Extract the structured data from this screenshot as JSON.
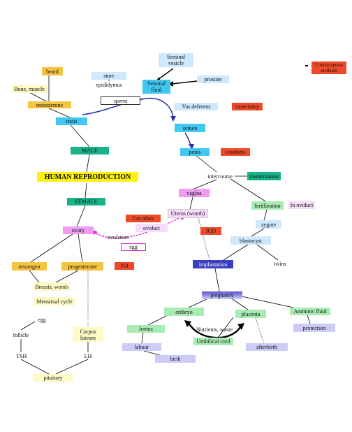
{
  "colors": {
    "orange": "#f5c542",
    "lightblue": "#cfe8fb",
    "cyan": "#41c8f2",
    "teal": "#19b38a",
    "pink": "#ee9cf0",
    "red": "#ee4a2a",
    "lavender": "#ccccf7",
    "lightgreen": "#a8ecb4",
    "yellow": "#fff20c",
    "paleyellow": "#fdfac5",
    "navy": "#3a3fc2",
    "sky": "#58c4ef",
    "lightlilac": "#f6dcfb",
    "arrow_blue": "#2b2fb5",
    "arrow_magenta": "#d62bd8"
  },
  "legend": {
    "label": "Contraception methods"
  },
  "nodes": {
    "seminal_vesicle": "Seminal vesicle",
    "beard": "beard",
    "store": "store",
    "epididymus": "epididymus",
    "seminal_fluid": "Seminal fluid",
    "prostate": "prostate",
    "bone_muscle": "Bone, muscle",
    "sperm": "sperm",
    "testosterone": "testosterone",
    "vas_deferens": "Vas deferens",
    "vasectomy": "vasectomy",
    "testis": "testis",
    "semen": "semen",
    "male": "MALE",
    "penis": "penis",
    "condoms": "condoms",
    "human_reproduction": "HUMAN REPRODUCTION",
    "intercourse": "intercourse",
    "menstruation": "menstruation",
    "vagina": "vagina",
    "female": "FEMALE",
    "fertilization": "fertilization",
    "in_oviduct": "In oviduct",
    "uterus": "Uterus (womb)",
    "cut_tubes": "Cut tubes",
    "zygote": "zygote",
    "oviduct": "oviduct",
    "ovary": "ovary",
    "iud": "IUD",
    "ovulation": "ovulation",
    "blastocyst": "blastocyst",
    "egg_top": "egg",
    "twins": "twins",
    "oestrogen": "oestrogen",
    "progesterone": "progesterone",
    "pill": "Pill",
    "implantation": "implantation",
    "breasts_womb": "Breasts, womb",
    "pregnancy": "pregnancy",
    "menstrual_cycle": "Menstrual cycle",
    "embryo": "embryo",
    "placenta": "placenta",
    "amniotic_fluid": "Amniotic fluid",
    "egg_left": "egg",
    "foetus": "foetus",
    "nutrients_waste": "Nutrients, waste",
    "protection": "protection",
    "follicle": "follicle",
    "corpus_luteum": "Corpus luteum",
    "umbilical_cord": "Umbilical cord",
    "labour": "labour",
    "afterbirth": "afterbirth",
    "fsh": "FSH",
    "lh": "LH",
    "birth": "birth",
    "pituitary": "pituitary"
  }
}
